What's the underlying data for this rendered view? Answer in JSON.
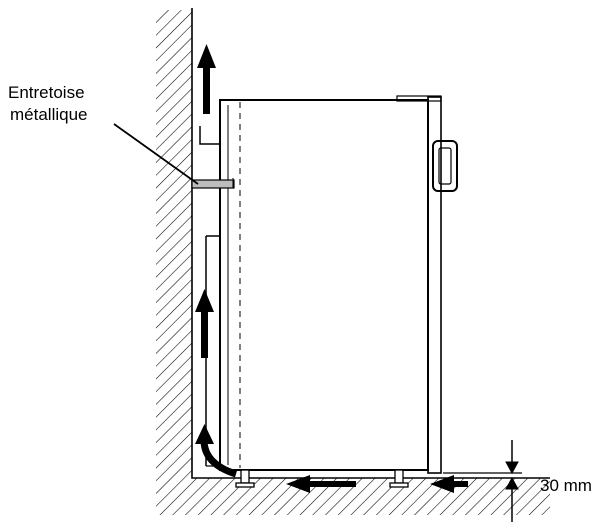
{
  "labels": {
    "spacer_line1": "Entretoise",
    "spacer_line2": "métallique",
    "clearance": "30 mm"
  },
  "colors": {
    "stroke": "#000000",
    "spacer_fill": "#bdbdbd",
    "background": "#ffffff"
  }
}
